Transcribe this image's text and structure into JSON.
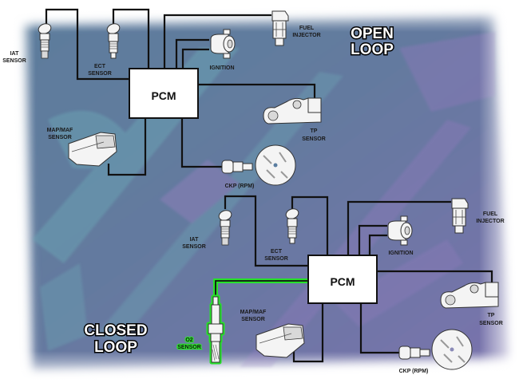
{
  "colors": {
    "background_blue": "#5f7a9a",
    "background_purple": "#7774a8",
    "trace_teal": "#6a99ad",
    "highlight_green": "#27e22a",
    "wire": "#111111",
    "component_fill": "#f4f4f4"
  },
  "diagram": {
    "title_open": [
      "OPEN",
      "LOOP"
    ],
    "title_closed": [
      "CLOSED",
      "LOOP"
    ],
    "open_loop": {
      "pcm": "PCM",
      "components": [
        {
          "id": "iat",
          "icon": "sensor-threaded-icon",
          "label": [
            "IAT",
            "SENSOR"
          ]
        },
        {
          "id": "ect",
          "icon": "sensor-threaded-icon",
          "label": [
            "ECT",
            "SENSOR"
          ]
        },
        {
          "id": "fuel",
          "icon": "fuel-injector-icon",
          "label": [
            "FUEL",
            "INJECTOR"
          ]
        },
        {
          "id": "ign",
          "icon": "ignition-coil-icon",
          "label": [
            "IGNITION"
          ]
        },
        {
          "id": "map",
          "icon": "map-maf-sensor-icon",
          "label": [
            "MAP/MAF",
            "SENSOR"
          ]
        },
        {
          "id": "tp",
          "icon": "throttle-position-sensor-icon",
          "label": [
            "TP",
            "SENSOR"
          ]
        },
        {
          "id": "ckp",
          "icon": "crankshaft-position-sensor-icon",
          "label": [
            "CKP (RPM)"
          ]
        }
      ]
    },
    "closed_loop": {
      "pcm": "PCM",
      "components": [
        {
          "id": "iat",
          "icon": "sensor-threaded-icon",
          "label": [
            "IAT",
            "SENSOR"
          ]
        },
        {
          "id": "ect",
          "icon": "sensor-threaded-icon",
          "label": [
            "ECT",
            "SENSOR"
          ]
        },
        {
          "id": "fuel",
          "icon": "fuel-injector-icon",
          "label": [
            "FUEL",
            "INJECTOR"
          ]
        },
        {
          "id": "ign",
          "icon": "ignition-coil-icon",
          "label": [
            "IGNITION"
          ]
        },
        {
          "id": "map",
          "icon": "map-maf-sensor-icon",
          "label": [
            "MAP/MAF",
            "SENSOR"
          ]
        },
        {
          "id": "tp",
          "icon": "throttle-position-sensor-icon",
          "label": [
            "TP",
            "SENSOR"
          ]
        },
        {
          "id": "ckp",
          "icon": "crankshaft-position-sensor-icon",
          "label": [
            "CKP (RPM)"
          ]
        },
        {
          "id": "o2",
          "icon": "oxygen-sensor-icon",
          "label": [
            "O2",
            "SENSOR"
          ],
          "highlighted": true
        }
      ]
    }
  }
}
